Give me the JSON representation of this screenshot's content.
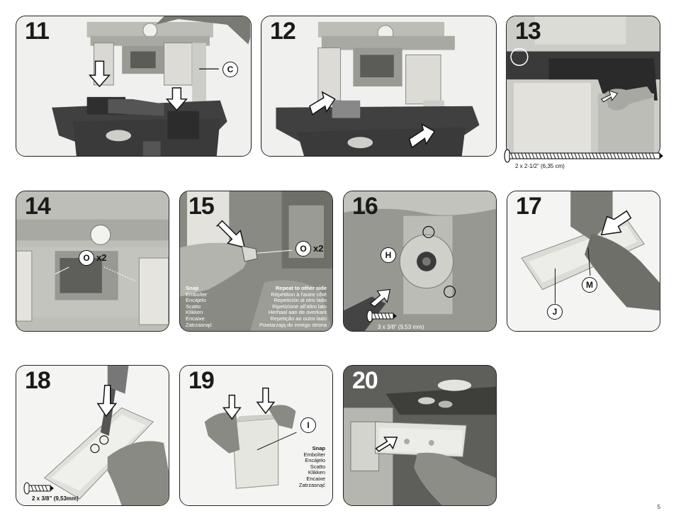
{
  "steps": [
    {
      "number": "11",
      "callouts": [
        "C"
      ]
    },
    {
      "number": "12"
    },
    {
      "number": "13",
      "hardware": "2 x 2-1/2” (6,35 cm)"
    },
    {
      "number": "14",
      "callouts": [
        "O"
      ],
      "quantity": "x2"
    },
    {
      "number": "15",
      "callouts": [
        "O"
      ],
      "quantity": "x2",
      "snap_left": [
        "Snap",
        "Emboîter",
        "Encájelo",
        "Scatto",
        "Klikken",
        "Encaixe",
        "Zatrzasnąć"
      ],
      "snap_right": [
        "Repeat to other side",
        "Répétition à l'autre côté",
        "Repetición al otro lado",
        "Ripetizione all'altro lato",
        "Herhaal aan de overkant",
        "Repetição ao outro lado",
        "Powtarzają do innego strona"
      ]
    },
    {
      "number": "16",
      "callouts": [
        "H"
      ],
      "hardware": "3 x 3/8” (9,53 mm)"
    },
    {
      "number": "17",
      "callouts": [
        "M",
        "J"
      ]
    },
    {
      "number": "18",
      "hardware": "2 x 3/8” (9,53mm)"
    },
    {
      "number": "19",
      "callouts": [
        "I"
      ],
      "snap": [
        "Snap",
        "Emboîter",
        "Encájelo",
        "Scatto",
        "Klikken",
        "Encaixe",
        "Zatrzasnąć"
      ]
    },
    {
      "number": "20"
    }
  ],
  "page_number": "5",
  "icons": {
    "screw": "screw-icon",
    "arrow": "arrow-icon"
  },
  "colors": {
    "background": "#ffffff",
    "photo_dark": "#3a3a3a",
    "photo_light": "#cfcfc9"
  }
}
